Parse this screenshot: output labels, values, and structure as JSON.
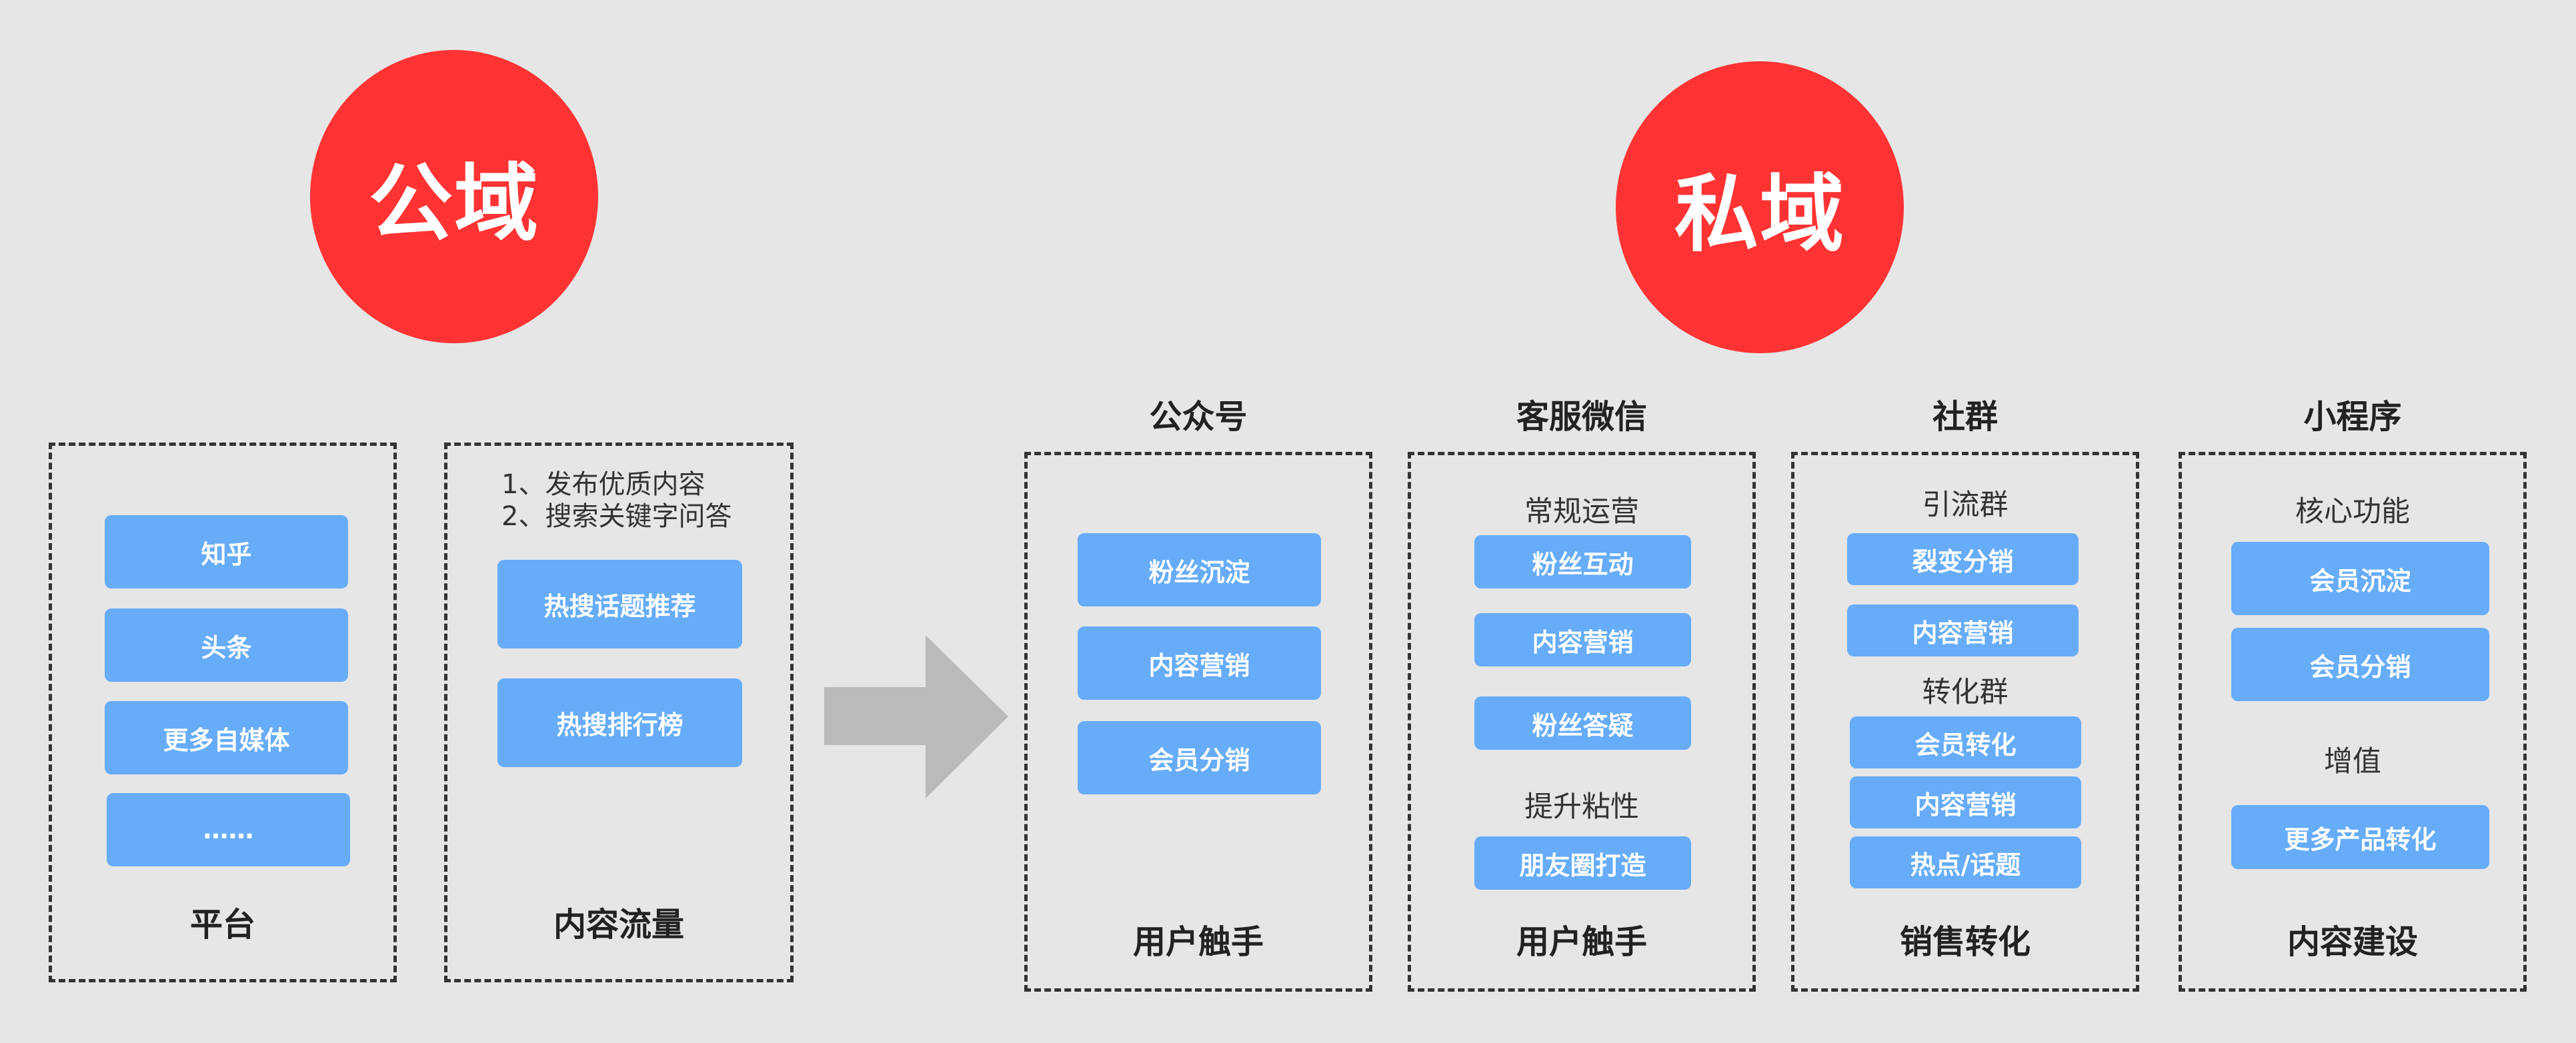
{
  "colors": {
    "background": "#e6e6e6",
    "circle": "#ff3333",
    "pill": "#66acf8",
    "arrow": "#bababa",
    "border": "#333333"
  },
  "public": {
    "circle_label": "公域",
    "platform": {
      "items": [
        "知乎",
        "头条",
        "更多自媒体",
        "……"
      ],
      "footer": "平台"
    },
    "content": {
      "steps": [
        "1、发布优质内容",
        "2、搜索关键字问答"
      ],
      "items": [
        "热搜话题推荐",
        "热搜排行榜"
      ],
      "footer": "内容流量"
    }
  },
  "private": {
    "circle_label": "私域",
    "official_account": {
      "heading": "公众号",
      "items": [
        "粉丝沉淀",
        "内容营销",
        "会员分销"
      ],
      "footer": "用户触手"
    },
    "service_wechat": {
      "heading": "客服微信",
      "sub1": "常规运营",
      "items1": [
        "粉丝互动",
        "内容营销",
        "粉丝答疑"
      ],
      "sub2": "提升粘性",
      "items2": [
        "朋友圈打造"
      ],
      "footer": "用户触手"
    },
    "community": {
      "heading": "社群",
      "sub1": "引流群",
      "items1": [
        "裂变分销",
        "内容营销"
      ],
      "sub2": "转化群",
      "items2": [
        "会员转化",
        "内容营销",
        "热点/话题"
      ],
      "footer": "销售转化"
    },
    "mini_program": {
      "heading": "小程序",
      "sub1": "核心功能",
      "items1": [
        "会员沉淀",
        "会员分销"
      ],
      "sub2": "增值",
      "items2": [
        "更多产品转化"
      ],
      "footer": "内容建设"
    }
  }
}
